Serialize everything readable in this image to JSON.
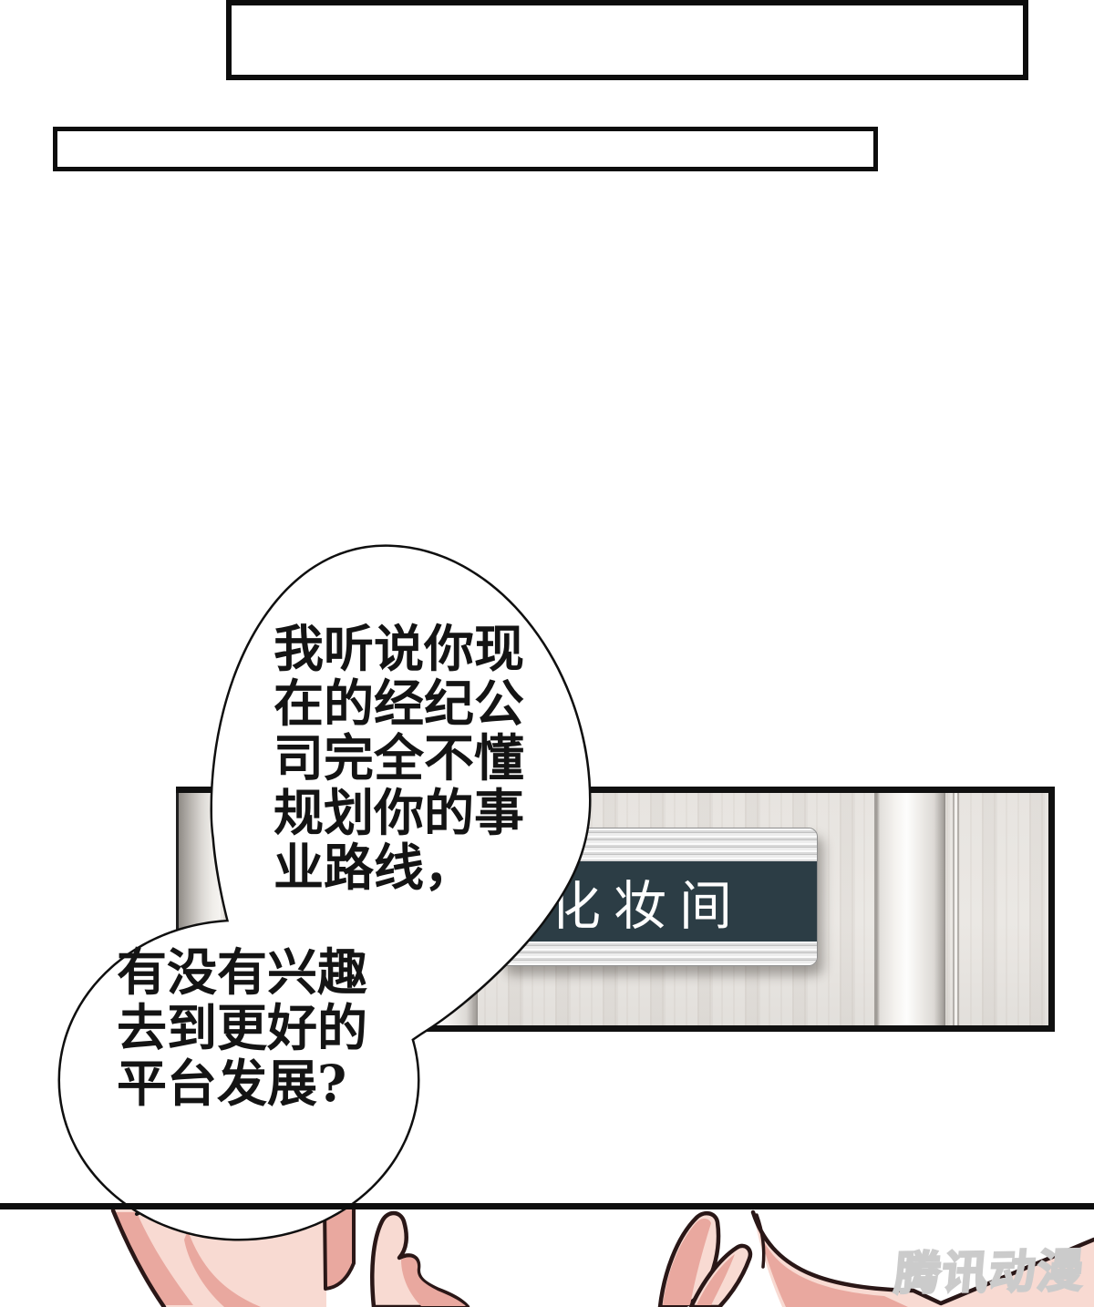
{
  "comic": {
    "narration_boxes": [
      {
        "text": ""
      },
      {
        "text": ""
      }
    ],
    "speech_main": {
      "lines": [
        "我听说你现",
        "在的经纪公",
        "司完全不懂",
        "规划你的事",
        "业路线，"
      ]
    },
    "speech_secondary": {
      "lines": [
        "有没有兴趣",
        "去到更好的",
        "平台发展?"
      ]
    },
    "door_sign": {
      "label": "化妆间"
    },
    "watermark": {
      "label": "腾讯动漫"
    },
    "colors": {
      "outline": "#101010",
      "sign_panel": "#2c3d45",
      "sign_text": "#fdfdfd",
      "wood": "#e9e6e2",
      "skin_light": "#f8dad2",
      "skin_shade": "#e9a89f",
      "hand_outline": "#2a1717"
    }
  }
}
